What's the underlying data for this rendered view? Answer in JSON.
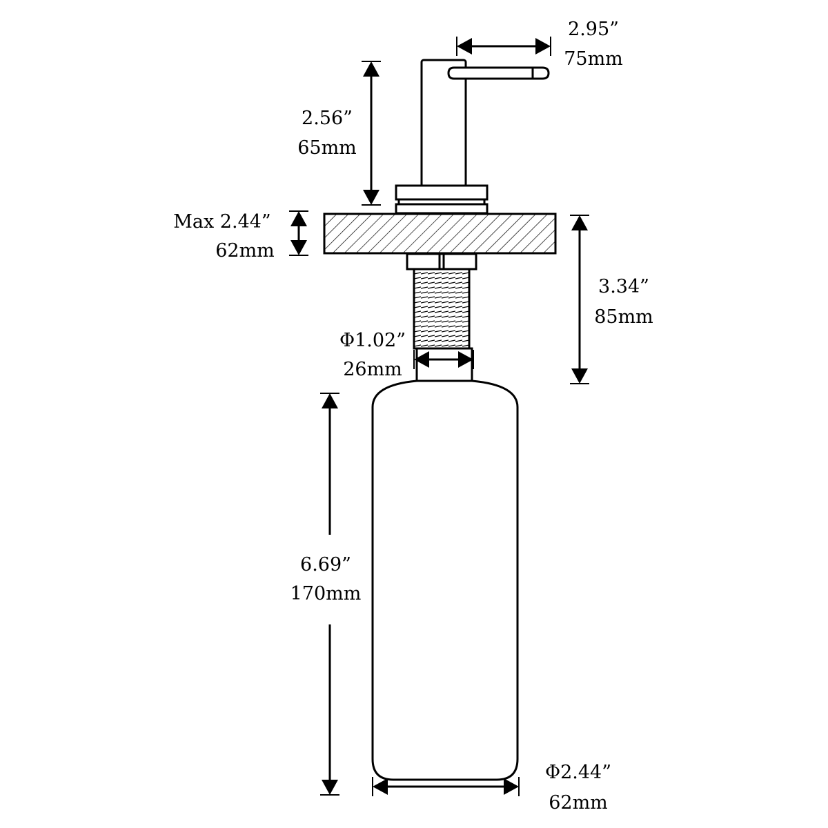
{
  "dimensions": {
    "spout_reach": {
      "inch": "2.95”",
      "mm": "75mm"
    },
    "spout_height": {
      "inch": "2.56”",
      "mm": "65mm"
    },
    "counter_thickness": {
      "inch": "Max 2.44”",
      "mm": "62mm"
    },
    "shank_length": {
      "inch": "3.34”",
      "mm": "85mm"
    },
    "shank_diameter": {
      "inch": "Φ1.02”",
      "mm": "26mm"
    },
    "bottle_height": {
      "inch": "6.69”",
      "mm": "170mm"
    },
    "bottle_diameter": {
      "inch": "Φ2.44”",
      "mm": "62mm"
    }
  }
}
